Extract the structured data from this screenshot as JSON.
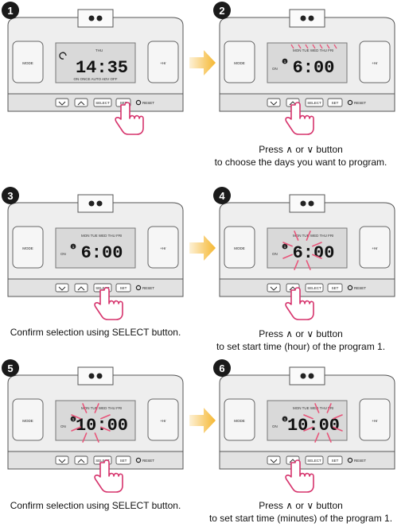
{
  "steps": [
    {
      "number": "1",
      "mode_label": "MODE",
      "plus_label": "+Hr",
      "reset_label": "RESET",
      "select_label": "SELECT",
      "set_label": "SET",
      "time": "14:35",
      "day_text": "THU",
      "modes_text": "ON   ONCE   AUTO   ADV   OFF",
      "caption_lines": []
    },
    {
      "number": "2",
      "mode_label": "MODE",
      "plus_label": "+Hr",
      "reset_label": "RESET",
      "select_label": "SELECT",
      "set_label": "SET",
      "time": "6:00",
      "day_text": "MON TUE WED THU FRI",
      "prog": "1",
      "on_label": "ON",
      "caption_lines": [
        "Press ∧ or ∨ button",
        "to choose the days you want to program."
      ]
    },
    {
      "number": "3",
      "mode_label": "MODE",
      "plus_label": "+Hr",
      "reset_label": "RESET",
      "select_label": "SELECT",
      "set_label": "SET",
      "time": "6:00",
      "day_text": "MON TUE WED THU FRI",
      "prog": "1",
      "on_label": "ON",
      "caption_lines": [
        "Confirm selection using SELECT button."
      ]
    },
    {
      "number": "4",
      "mode_label": "MODE",
      "plus_label": "+Hr",
      "reset_label": "RESET",
      "select_label": "SELECT",
      "set_label": "SET",
      "time": "6:00",
      "day_text": "MON TUE WED THU FRI",
      "prog": "1",
      "on_label": "ON",
      "caption_lines": [
        "Press ∧ or ∨ button",
        "to set start time (hour) of the program 1."
      ]
    },
    {
      "number": "5",
      "mode_label": "MODE",
      "plus_label": "+Hr",
      "reset_label": "RESET",
      "select_label": "SELECT",
      "set_label": "SET",
      "time": "10:00",
      "day_text": "MON TUE WED THU FRI",
      "prog": "1",
      "on_label": "ON",
      "caption_lines": [
        "Confirm selection using SELECT button."
      ]
    },
    {
      "number": "6",
      "mode_label": "MODE",
      "plus_label": "+Hr",
      "reset_label": "RESET",
      "select_label": "SELECT",
      "set_label": "SET",
      "time": "10:00",
      "day_text": "MON TUE WED THU FRI",
      "prog": "1",
      "on_label": "ON",
      "caption_lines": [
        "Press ∧ or ∨ button",
        "to set start time (minutes) of the program 1."
      ]
    }
  ],
  "colors": {
    "hand": "#d6336c",
    "arrow": "#f5b731",
    "burst": "#e8557a",
    "lcd": "#d9d9d9",
    "body": "#eeeeee"
  }
}
